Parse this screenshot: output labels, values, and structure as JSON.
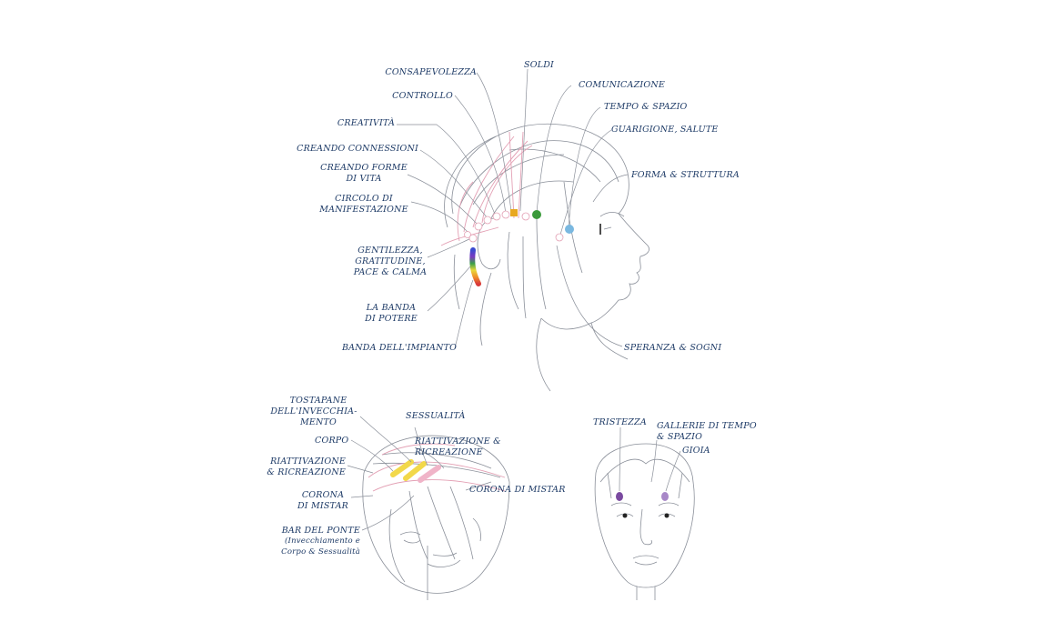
{
  "side_head": {
    "labels": {
      "consapevolezza": "CONSAPEVOLEZZA",
      "soldi": "SOLDI",
      "controllo": "CONTROLLO",
      "comunicazione": "COMUNICAZIONE",
      "tempo_spazio": "TEMPO & SPAZIO",
      "creativita": "CREATIVITÀ",
      "guarigione": "GUARIGIONE, SALUTE",
      "creando_connessioni": "CREANDO CONNESSIONI",
      "creando_forme_1": "CREANDO FORME",
      "creando_forme_2": "DI VITA",
      "forma_struttura": "FORMA & STRUTTURA",
      "circolo_1": "CIRCOLO DI",
      "circolo_2": "MANIFESTAZIONE",
      "gentilezza_1": "GENTILEZZA,",
      "gentilezza_2": "GRATITUDINE,",
      "gentilezza_3": "PACE & CALMA",
      "banda_potere_1": "LA BANDA",
      "banda_potere_2": "DI POTERE",
      "speranza_sogni": "SPERANZA & SOGNI",
      "banda_impianto": "BANDA DELL'IMPIANTO"
    }
  },
  "top_head": {
    "labels": {
      "tostapane_1": "TOSTAPANE",
      "tostapane_2": "DELL'INVECCHIA-",
      "tostapane_3": "MENTO",
      "sessualita": "SESSUALITÀ",
      "corpo": "CORPO",
      "riattivazione_right_1": "RIATTIVAZIONE &",
      "riattivazione_right_2": "RICREAZIONE",
      "riattivazione_left_1": "RIATTIVAZIONE",
      "riattivazione_left_2": "& RICREAZIONE",
      "corona_left_1": "CORONA",
      "corona_left_2": "DI MISTAR",
      "corona_right": "CORONA DI MISTAR",
      "bar_ponte_1": "BAR DEL PONTE",
      "bar_ponte_2": "(Invecchiamento e",
      "bar_ponte_3": "Corpo & Sessualità"
    }
  },
  "front_face": {
    "labels": {
      "tristezza": "TRISTEZZA",
      "gallerie_1": "GALLERIE DI TEMPO",
      "gallerie_2": "& SPAZIO",
      "gioia": "GIOIA"
    }
  },
  "colors": {
    "label_text": "#1d3a66",
    "line_art": "#8a8f99",
    "pink_outline": "#e3a0b4",
    "point_gold": "#e8a820",
    "point_green": "#3a9a3a",
    "point_blue": "#7ab8e0",
    "point_purple": "#7a4aa0",
    "band_yellow": "#f2d84a",
    "band_pink": "#f0b4c8"
  }
}
